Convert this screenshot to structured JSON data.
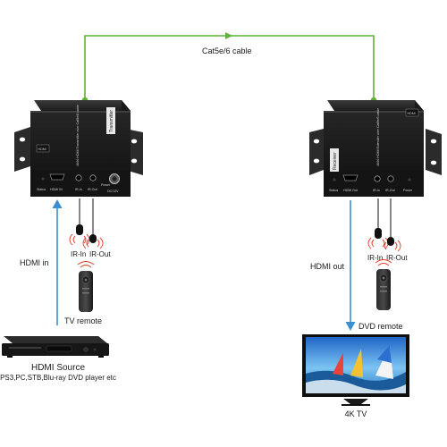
{
  "cable": {
    "label": "Cat5e/6 cable",
    "color": "#5db23a"
  },
  "signal_color": "#3a8fd0",
  "transmitter": {
    "badge": "HDMI",
    "front_text": "4K60 HDMI Transmitter over Cat5e/6 cable",
    "side_tag": "Transmitter",
    "ports": [
      "Status",
      "HDMI IN",
      "IR-In",
      "IR-Out",
      "Power",
      "DC/12V"
    ],
    "ir_in_label": "IR-In",
    "ir_out_label": "IR-Out",
    "hdmi_label": "HDMI in",
    "remote_label": "TV remote",
    "source_title": "HDMI Source",
    "source_desc": "PS3,PC,STB,Blu-ray DVD player etc"
  },
  "receiver": {
    "badge": "HDMI",
    "front_text": "4K60 HDMI Extender over Cat5e/6 cable",
    "side_tag": "Receiver",
    "ports": [
      "Status",
      "HDMI Out",
      "IR-In",
      "IR-Out",
      "Power"
    ],
    "ir_in_label": "IR-In",
    "ir_out_label": "IR-Out",
    "hdmi_label": "HDMI out",
    "remote_label": "DVD remote",
    "tv_label": "4K TV"
  }
}
